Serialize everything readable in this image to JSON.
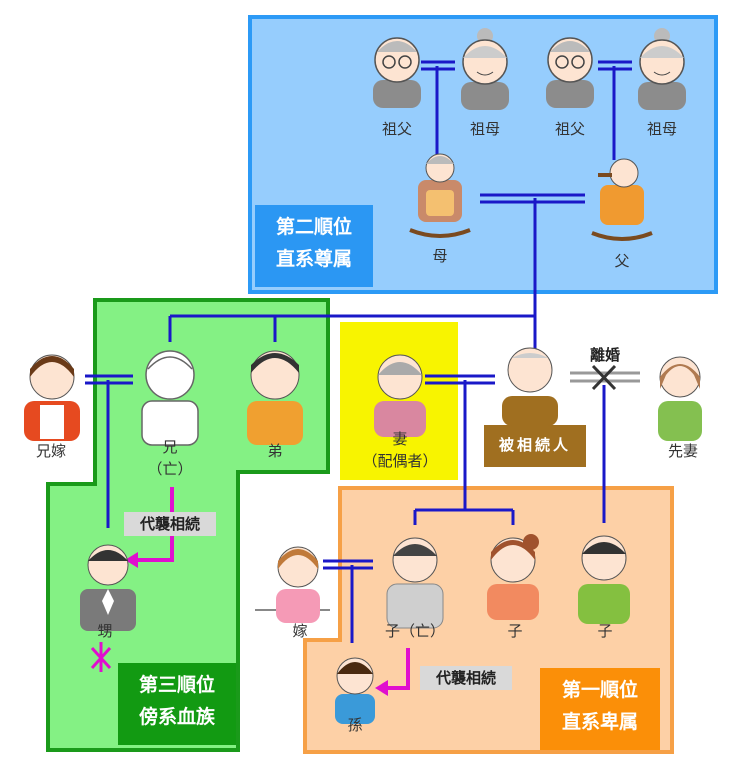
{
  "colors": {
    "blue_region": "#96cdfd",
    "blue_border": "#2c9af6",
    "blue_label_bg": "#2b97f3",
    "green_region": "#84f184",
    "green_border": "#1a9a1a",
    "green_label_bg": "#129a12",
    "orange_region": "#fdd0a6",
    "orange_border": "#f6a046",
    "orange_label_bg": "#fb8f08",
    "spouse_box": "#f8f400",
    "deceased_box": "#a06f20",
    "line": "#1a18c8",
    "arrow": "#e00fcf"
  },
  "groups": {
    "second": {
      "line1": "第二順位",
      "line2": "直系尊属"
    },
    "third": {
      "line1": "第三順位",
      "line2": "傍系血族"
    },
    "first": {
      "line1": "第一順位",
      "line2": "直系卑属"
    }
  },
  "people": {
    "gf1": {
      "label": "祖父",
      "icon": "grandfather-icon"
    },
    "gm1": {
      "label": "祖母",
      "icon": "grandmother-icon"
    },
    "gf2": {
      "label": "祖父",
      "icon": "grandfather-icon"
    },
    "gm2": {
      "label": "祖母",
      "icon": "grandmother-icon"
    },
    "mother": {
      "label": "母",
      "icon": "mother-in-rocking-chair-icon"
    },
    "father": {
      "label": "父",
      "icon": "father-in-rocking-chair-icon"
    },
    "brother_wife": {
      "label": "兄嫁",
      "icon": "woman-apron-icon"
    },
    "elder_brother": {
      "label1": "兄",
      "label2": "（亡）",
      "icon": "deceased-man-icon"
    },
    "younger_brother": {
      "label": "弟",
      "icon": "young-man-icon"
    },
    "spouse": {
      "label1": "妻",
      "label2": "（配偶者）",
      "icon": "elderly-woman-icon"
    },
    "deceased": {
      "label": "被相続人",
      "icon": "elderly-man-icon"
    },
    "ex_wife": {
      "label": "先妻",
      "icon": "woman-icon"
    },
    "nephew": {
      "label": "甥",
      "icon": "businessman-icon"
    },
    "daughter_in_law": {
      "label": "嫁",
      "icon": "young-woman-icon"
    },
    "son_deceased": {
      "label": "子（亡）",
      "icon": "man-icon"
    },
    "daughter": {
      "label": "子",
      "icon": "girl-icon"
    },
    "son_ex": {
      "label": "子",
      "icon": "boy-icon"
    },
    "grandchild": {
      "label": "孫",
      "icon": "child-icon"
    }
  },
  "tags": {
    "divorce": "離婚",
    "proxy_nephew": "代襲相続",
    "proxy_grandchild": "代襲相続"
  }
}
